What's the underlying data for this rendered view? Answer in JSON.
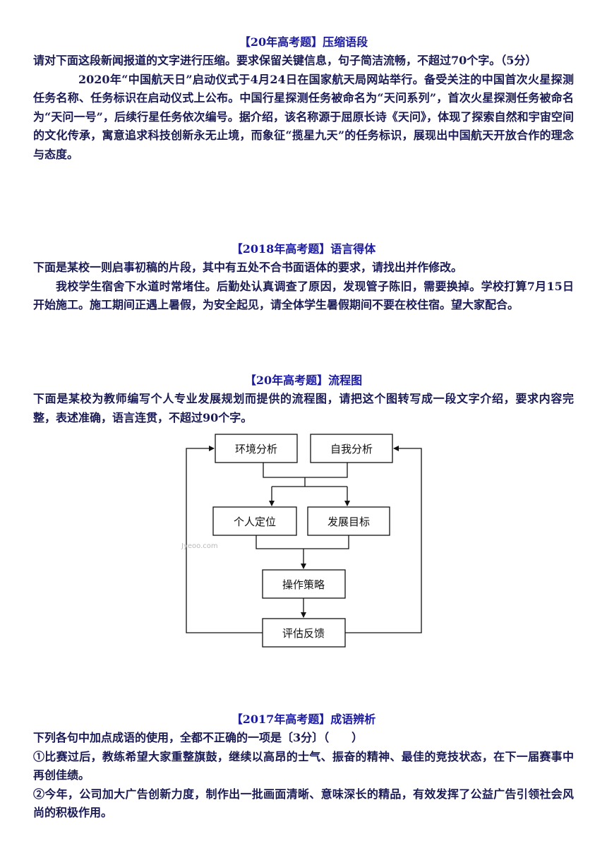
{
  "sections": [
    {
      "title": "【20年高考题】压缩语段",
      "prompt": "请对下面这段新闻报道的文字进行压缩。要求保留关键信息，句子简洁流畅，不超过70个字。（5分）",
      "passage": "2020年“中国航天日”启动仪式于4月24日在国家航天局网站举行。备受关注的中国首次火星探测任务名称、任务标识在启动仪式上公布。中国行星探测任务被命名为“天问系列”，首次火星探测任务被命名为“天问一号”，后续行星任务依次编号。据介绍，该名称源于屈原长诗《天问》，体现了探索自然和宇宙空间的文化传承，寓意追求科技创新永无止境，而象征“揽星九天”的任务标识，展现出中国航天开放合作的理念与态度。"
    },
    {
      "title": "【2018年高考题】语言得体",
      "prompt": "下面是某校一则启事初稿的片段，其中有五处不合书面语体的要求，请找出并作修改。",
      "passage": "我校学生宿舍下水道时常堵住。后勤处认真调查了原因，发现管子陈旧，需要换掉。学校打算7月15日开始施工。施工期间正遇上暑假，为安全起见，请全体学生暑假期间不要在校住宿。望大家配合。"
    },
    {
      "title": "【20年高考题】流程图",
      "prompt": "下面是某校为教师编写个人专业发展规划而提供的流程图，请把这个图转写成一段文字介绍，要求内容完整，表述准确，语言连贯，不超过90个字。"
    },
    {
      "title": "【2017年高考题】成语辨析",
      "prompt": "下列各句中加点成语的使用，全都不正确的一项是〔3分〕（　　）",
      "items": [
        "①比赛过后，教练希望大家重整旗鼓，继续以高昂的士气、振奋的精神、最佳的竞技状态，在下一届赛事中再创佳绩。",
        "②今年，公司加大广告创新力度，制作出一批画面清晰、意味深长的精品，有效发挥了公益广告引领社会风尚的积极作用。"
      ]
    }
  ],
  "flowchart": {
    "nodes": {
      "env": "环境分析",
      "self": "自我分析",
      "position": "个人定位",
      "goal": "发展目标",
      "strategy": "操作策略",
      "feedback": "评估反馈"
    },
    "watermark": "Jyeoo.com"
  },
  "colors": {
    "title": "#1a1aa0",
    "body": "#1a1a55",
    "line": "#111111"
  }
}
